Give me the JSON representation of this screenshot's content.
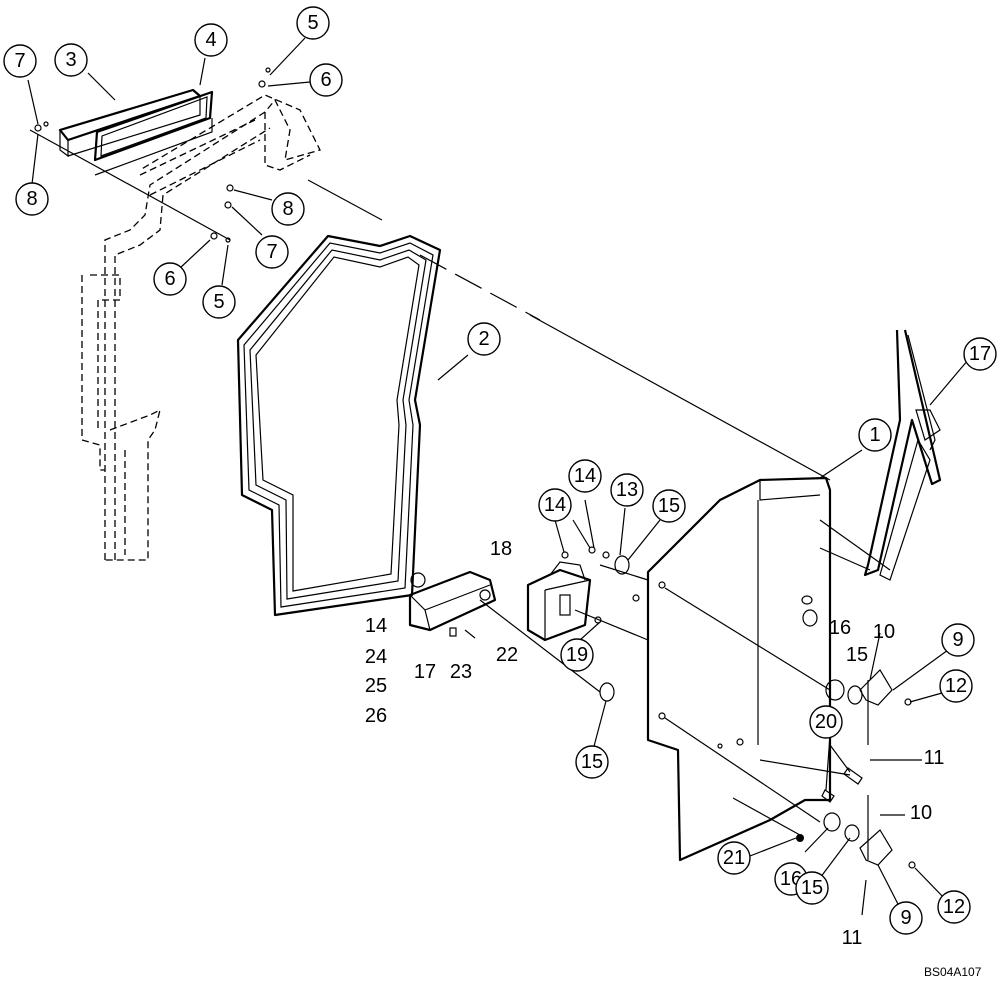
{
  "callouts": {
    "c7a": "7",
    "c3": "3",
    "c4": "4",
    "c5a": "5",
    "c6a": "6",
    "c8a": "8",
    "c8b": "8",
    "c7b": "7",
    "c6b": "6",
    "c5b": "5",
    "c2": "2",
    "c17a": "17",
    "c1": "1",
    "c14a": "14",
    "c13": "13",
    "c15a": "15",
    "c14b": "14",
    "c19": "19",
    "c15b": "15",
    "c9a": "9",
    "c12a": "12",
    "c20": "20",
    "c21": "21",
    "c16b": "16",
    "c15c": "15",
    "c9b": "9",
    "c12b": "12"
  },
  "labels": {
    "t18": "18",
    "t14c": "14",
    "t24": "24",
    "t25": "25",
    "t26": "26",
    "t17b": "17",
    "t23": "23",
    "t22": "22",
    "t16a": "16",
    "t10a": "10",
    "t15d": "15",
    "t11a": "11",
    "t10b": "10",
    "t11b": "11"
  },
  "reference_code": "BS04A107"
}
